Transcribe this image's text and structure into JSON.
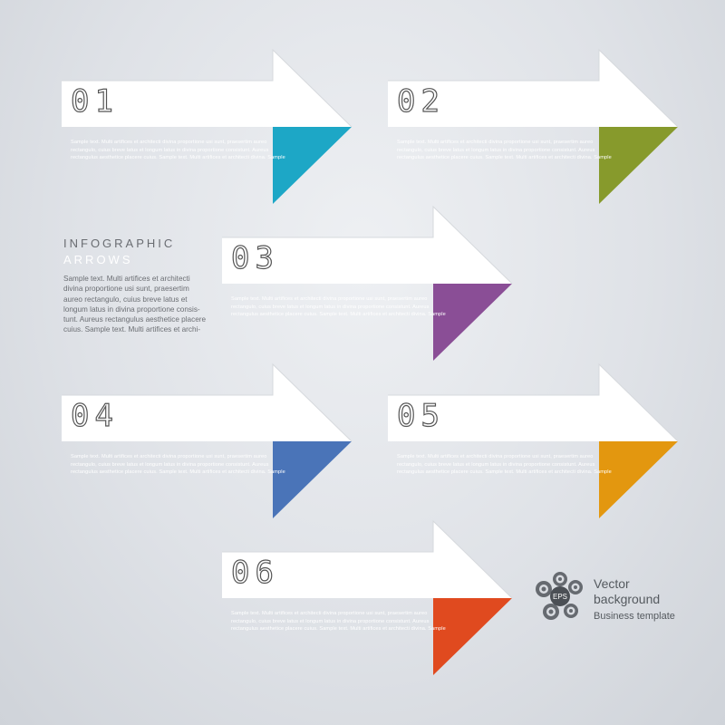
{
  "intro": {
    "title_line1": "INFOGRAPHIC",
    "title_line2": "ARROWS",
    "body": "Sample text. Multi artifices et architecti divina proportione usi sunt, praesertim aureo rectangulo, cuius breve latus et longum latus in divina proportione consis- tunt. Aureus rectangulus aesthetice placere cuius. Sample text. Multi artifices et archi-"
  },
  "arrows": [
    {
      "number": "01",
      "color": "#1da7c6",
      "text": "Sample text. Multi artifices et architecti divina proportione usi sunt, praesertim aureo rectangulo, cuius breve latus et longum latus in divina proportione consistunt. Aureus rectangulus aesthetice placere cuius. Sample text. Multi artifices et architecti divina. Sample"
    },
    {
      "number": "02",
      "color": "#879a2c",
      "text": "Sample text. Multi artifices et architecti divina proportione usi sunt, praesertim aureo rectangulo, cuius breve latus et longum latus in divina proportione consistunt. Aureus rectangulus aesthetice placere cuius. Sample text. Multi artifices et architecti divina. Sample"
    },
    {
      "number": "03",
      "color": "#8a4e96",
      "text": "Sample text. Multi artifices et architecti divina proportione usi sunt, praesertim aureo rectangulo, cuius breve latus et longum latus in divina proportione consistunt. Aureus rectangulus aesthetice placere cuius. Sample text. Multi artifices et architecti divina. Sample"
    },
    {
      "number": "04",
      "color": "#4a74b8",
      "text": "Sample text. Multi artifices et architecti divina proportione usi sunt, praesertim aureo rectangulo, cuius breve latus et longum latus in divina proportione consistunt. Aureus rectangulus aesthetice placere cuius. Sample text. Multi artifices et architecti divina. Sample"
    },
    {
      "number": "05",
      "color": "#e3970f",
      "text": "Sample text. Multi artifices et architecti divina proportione usi sunt, praesertim aureo rectangulo, cuius breve latus et longum latus in divina proportione consistunt. Aureus rectangulus aesthetice placere cuius. Sample text. Multi artifices et architecti divina. Sample"
    },
    {
      "number": "06",
      "color": "#e04a1f",
      "text": "Sample text. Multi artifices et architecti divina proportione usi sunt, praesertim aureo rectangulo, cuius breve latus et longum latus in divina proportione consistunt. Aureus rectangulus aesthetice placere cuius. Sample text. Multi artifices et architecti divina. Sample"
    }
  ],
  "badge": {
    "logo_text": "EPS",
    "line1": "Vector",
    "line2": "background",
    "line3": "Business template"
  },
  "colors": {
    "arrow_top": "#ffffff",
    "text_dark": "#555a5f"
  }
}
